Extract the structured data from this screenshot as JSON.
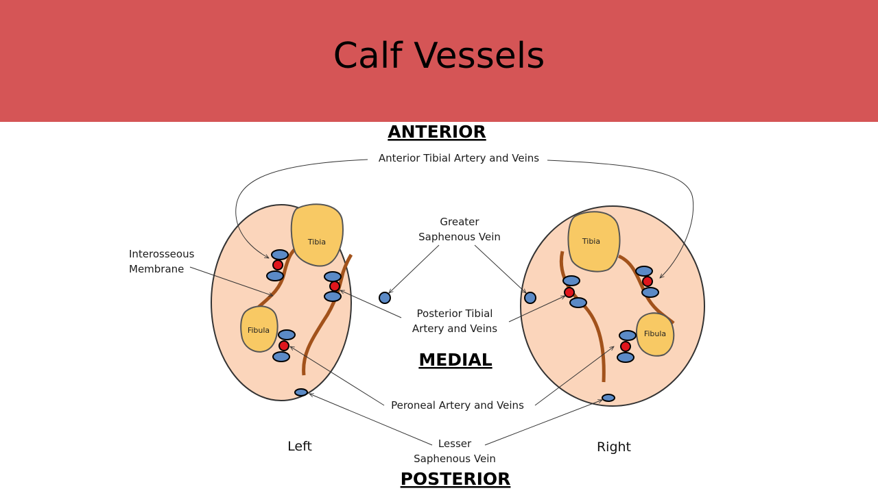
{
  "title": "Calf Vessels",
  "colors": {
    "banner": "#d55556",
    "limb_fill": "#fbd5bb",
    "bone_fill": "#f8c964",
    "membrane": "#a2521b",
    "vein": "#5b8ac6",
    "artery": "#e0161c"
  },
  "directions": {
    "anterior": "ANTERIOR",
    "medial": "MEDIAL",
    "posterior": "POSTERIOR"
  },
  "sides": {
    "left": "Left",
    "right": "Right"
  },
  "bones": {
    "tibia": "Tibia",
    "fibula": "Fibula"
  },
  "labels": {
    "anterior_tibial": "Anterior Tibial Artery and Veins",
    "greater_saphenous_1": "Greater",
    "greater_saphenous_2": "Saphenous Vein",
    "interosseous_1": "Interosseous",
    "interosseous_2": "Membrane",
    "posterior_tibial_1": "Posterior Tibial",
    "posterior_tibial_2": "Artery and Veins",
    "peroneal": "Peroneal Artery and Veins",
    "lesser_saphenous_1": "Lesser",
    "lesser_saphenous_2": "Saphenous Vein"
  }
}
